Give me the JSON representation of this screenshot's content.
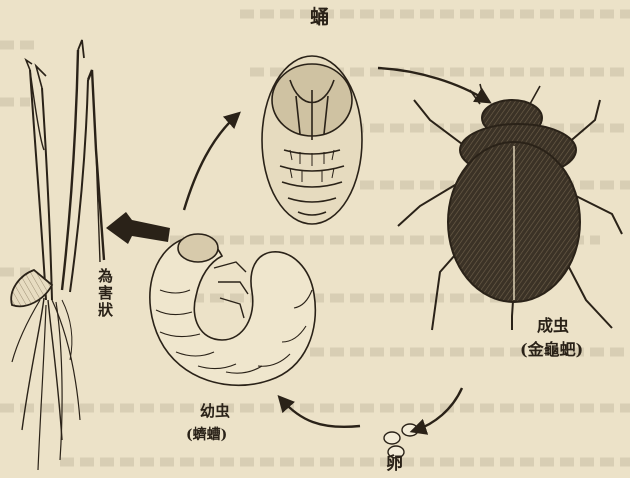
{
  "labels": {
    "pupa": "蛹",
    "adult": "成虫",
    "adult_alias": "(金龜蚆)",
    "larva": "幼虫",
    "larva_alias": "(蠐螬)",
    "egg": "卵",
    "damage": "為害狀"
  },
  "colors": {
    "paper": "#ece2c8",
    "ink": "#2a2218",
    "faded_text": "#b9ad92"
  }
}
